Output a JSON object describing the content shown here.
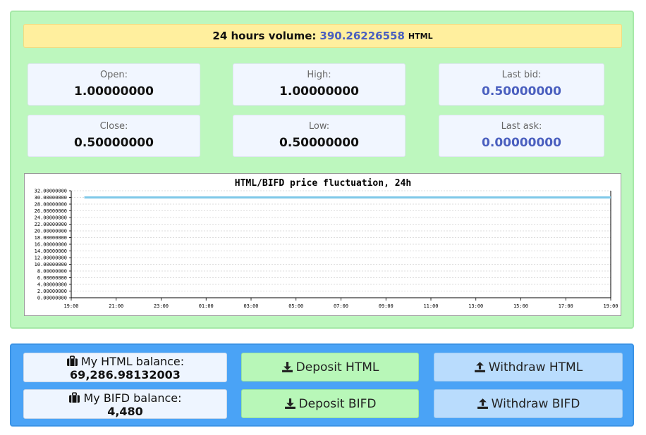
{
  "volume": {
    "label": "24 hours volume:",
    "value": "390.26226558",
    "unit": "HTML"
  },
  "stats": {
    "open": {
      "label": "Open:",
      "value": "1.00000000"
    },
    "high": {
      "label": "High:",
      "value": "1.00000000"
    },
    "last_bid": {
      "label": "Last bid:",
      "value": "0.50000000"
    },
    "close": {
      "label": "Close:",
      "value": "0.50000000"
    },
    "low": {
      "label": "Low:",
      "value": "0.50000000"
    },
    "last_ask": {
      "label": "Last ask:",
      "value": "0.00000000"
    }
  },
  "chart_data": {
    "type": "line",
    "title": "HTML/BIFD price fluctuation, 24h",
    "xlabel": "",
    "ylabel": "",
    "ylim": [
      0,
      32
    ],
    "y_ticks": [
      "0.00000000",
      "2.00000000",
      "4.00000000",
      "6.00000000",
      "8.00000000",
      "10.00000000",
      "12.00000000",
      "14.00000000",
      "16.00000000",
      "18.00000000",
      "20.00000000",
      "22.00000000",
      "24.00000000",
      "26.00000000",
      "28.00000000",
      "30.00000000",
      "32.00000000"
    ],
    "x_ticks": [
      "19:00",
      "21:00",
      "23:00",
      "01:00",
      "03:00",
      "05:00",
      "07:00",
      "09:00",
      "11:00",
      "13:00",
      "15:00",
      "17:00",
      "19:00"
    ],
    "grid": true,
    "line_color": "#7ec8e8",
    "series": [
      {
        "x": [
          "19:35",
          "19:00"
        ],
        "y": [
          30,
          30
        ]
      }
    ]
  },
  "balances": {
    "html": {
      "label": "My HTML balance:",
      "value": "69,286.98132003"
    },
    "bifd": {
      "label": "My BIFD balance:",
      "value": "4,480"
    }
  },
  "actions": {
    "deposit_html": "Deposit HTML",
    "withdraw_html": "Withdraw HTML",
    "deposit_bifd": "Deposit BIFD",
    "withdraw_bifd": "Withdraw BIFD"
  },
  "icons": {
    "wallet": "briefcase-icon",
    "deposit": "download-icon",
    "withdraw": "upload-icon"
  }
}
